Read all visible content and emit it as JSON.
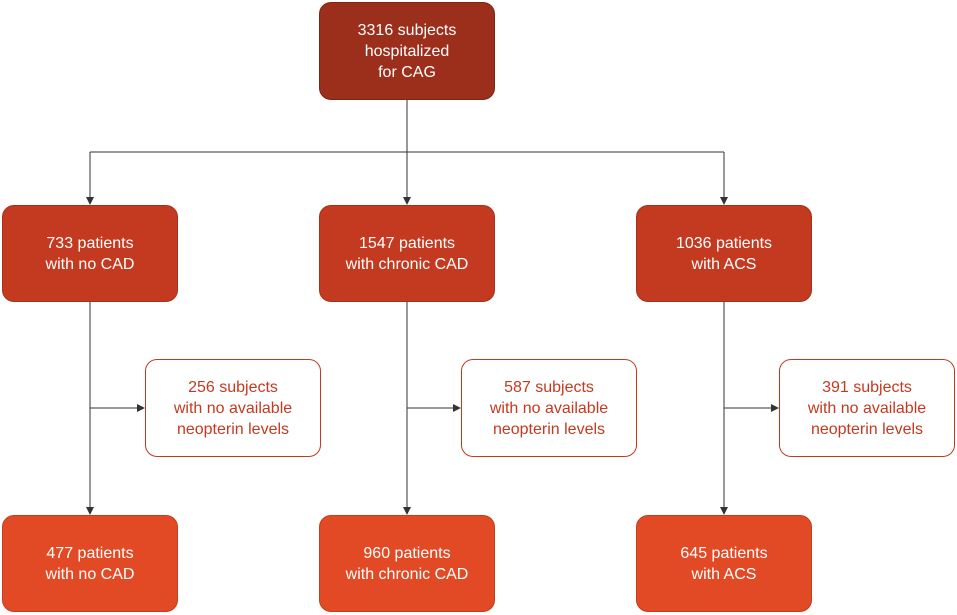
{
  "diagram": {
    "root": {
      "lines": [
        "3316 subjects",
        "hospitalized",
        "for CAG"
      ]
    },
    "groups": [
      {
        "patients": {
          "lines": [
            "733 patients",
            "with no CAD"
          ]
        },
        "excluded": {
          "lines": [
            "256 subjects",
            "with no available",
            "neopterin levels"
          ]
        },
        "final": {
          "lines": [
            "477 patients",
            "with no CAD"
          ]
        }
      },
      {
        "patients": {
          "lines": [
            "1547 patients",
            "with chronic CAD"
          ]
        },
        "excluded": {
          "lines": [
            "587 subjects",
            "with no available",
            "neopterin levels"
          ]
        },
        "final": {
          "lines": [
            "960 patients",
            "with chronic CAD"
          ]
        }
      },
      {
        "patients": {
          "lines": [
            "1036 patients",
            "with ACS"
          ]
        },
        "excluded": {
          "lines": [
            "391 subjects",
            "with no available",
            "neopterin levels"
          ]
        },
        "final": {
          "lines": [
            "645 patients",
            "with ACS"
          ]
        }
      }
    ]
  },
  "colors": {
    "root_fill": "#9b2f1b",
    "group_fill": "#c33a20",
    "final_fill": "#e24a26",
    "excluded_text": "#c33a20",
    "connector": "#333333"
  }
}
